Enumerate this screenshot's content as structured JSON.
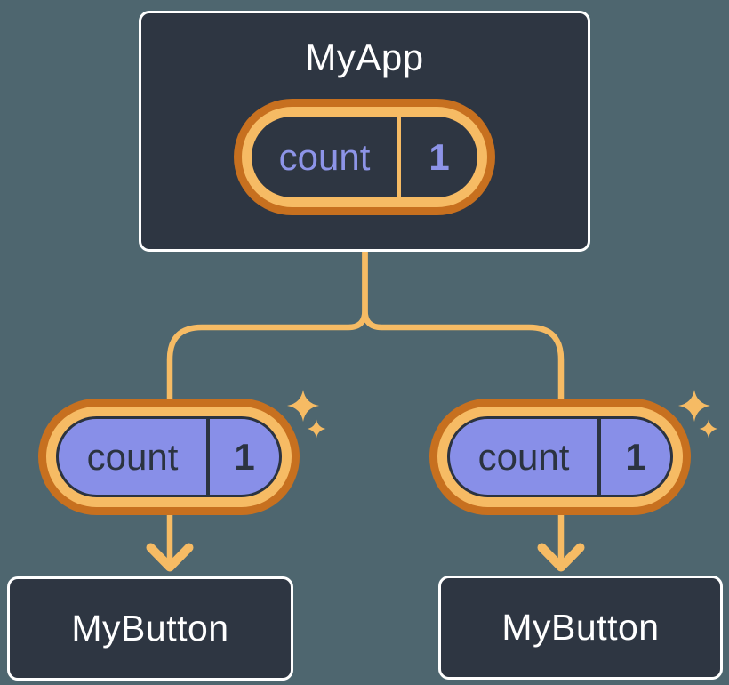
{
  "diagram": {
    "root": {
      "title": "MyApp",
      "state": {
        "name": "count",
        "value": "1"
      }
    },
    "children": [
      {
        "title": "MyButton",
        "state": {
          "name": "count",
          "value": "1"
        }
      },
      {
        "title": "MyButton",
        "state": {
          "name": "count",
          "value": "1"
        }
      }
    ]
  },
  "colors": {
    "background": "#4E666F",
    "node_fill": "#2E3642",
    "node_border": "#FFFFFF",
    "node_text": "#FFFFFF",
    "connector_orange": "#F6BB64",
    "pill_ring_outer_orange": "#C7701F",
    "pill_ring_inner_orange": "#F6BB64",
    "state_fill_purple": "#888FE8",
    "state_text_purple": "#8D94E8",
    "state_text_dark": "#2B3340",
    "sparkle": "#F6BB64"
  },
  "icons": {
    "sparkle_large": "four-point-star",
    "sparkle_small": "four-point-star",
    "arrow_down": "chevron-down-arrow"
  }
}
